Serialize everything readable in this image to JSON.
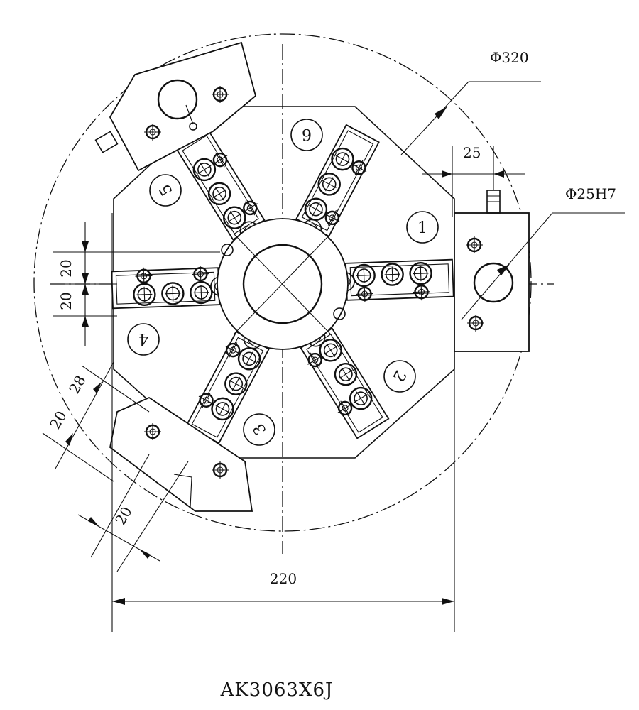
{
  "drawing": {
    "model": "AK3063X6J",
    "dimensions": {
      "outer_diameter": "Φ320",
      "bore": "Φ25H7",
      "width_offset": "25",
      "overall_width": "220",
      "slot_upper": "20",
      "slot_lower": "20",
      "angled_28": "28",
      "angled_20_left": "20",
      "angled_20_bottom": "20"
    },
    "station_labels": [
      "1",
      "2",
      "3",
      "4",
      "5",
      "6"
    ]
  }
}
